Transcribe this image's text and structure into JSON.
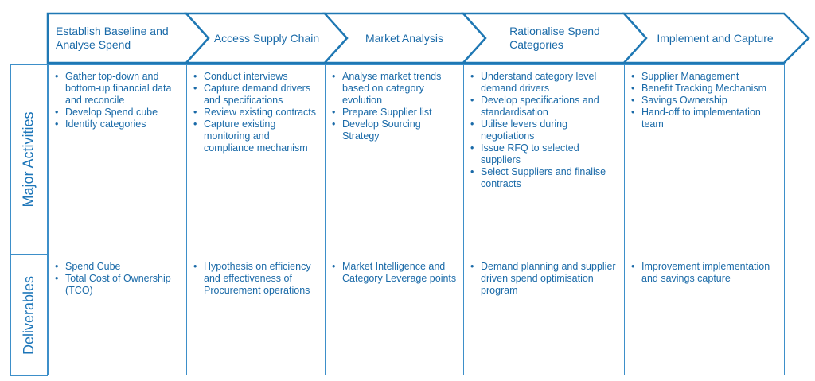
{
  "colors": {
    "line": "#3d8fc9",
    "text": "#1a6aa8",
    "chevron_stroke": "#1f78b4"
  },
  "stages": [
    {
      "label_lines": [
        "Establish Baseline and",
        "Analyse Spend"
      ]
    },
    {
      "label_lines": [
        "Access Supply Chain"
      ]
    },
    {
      "label_lines": [
        "Market Analysis"
      ]
    },
    {
      "label_lines": [
        "Rationalise Spend",
        "Categories"
      ]
    },
    {
      "label_lines": [
        "Implement and Capture"
      ]
    }
  ],
  "rows": [
    {
      "label": "Major Activities",
      "cells": [
        [
          "Gather top-down and bottom-up financial data and reconcile",
          "Develop Spend cube",
          "Identify categories"
        ],
        [
          "Conduct interviews",
          "Capture demand drivers and specifications",
          "Review existing contracts",
          "Capture existing monitoring and compliance mechanism"
        ],
        [
          "Analyse market trends based on category evolution",
          "Prepare Supplier list",
          "Develop Sourcing Strategy"
        ],
        [
          "Understand category level demand drivers",
          "Develop specifications and standardisation",
          "Utilise levers during negotiations",
          "Issue RFQ to selected suppliers",
          "Select Suppliers and finalise contracts"
        ],
        [
          "Supplier Management",
          "Benefit Tracking Mechanism",
          "Savings Ownership",
          "Hand-off to implementation team"
        ]
      ]
    },
    {
      "label": "Deliverables",
      "cells": [
        [
          "Spend Cube",
          "Total Cost of Ownership (TCO)"
        ],
        [
          "Hypothesis on efficiency and effectiveness of Procurement operations"
        ],
        [
          "Market Intelligence and Category Leverage points"
        ],
        [
          "Demand planning and supplier driven spend optimisation program"
        ],
        [
          "Improvement implementation and savings capture"
        ]
      ]
    }
  ]
}
